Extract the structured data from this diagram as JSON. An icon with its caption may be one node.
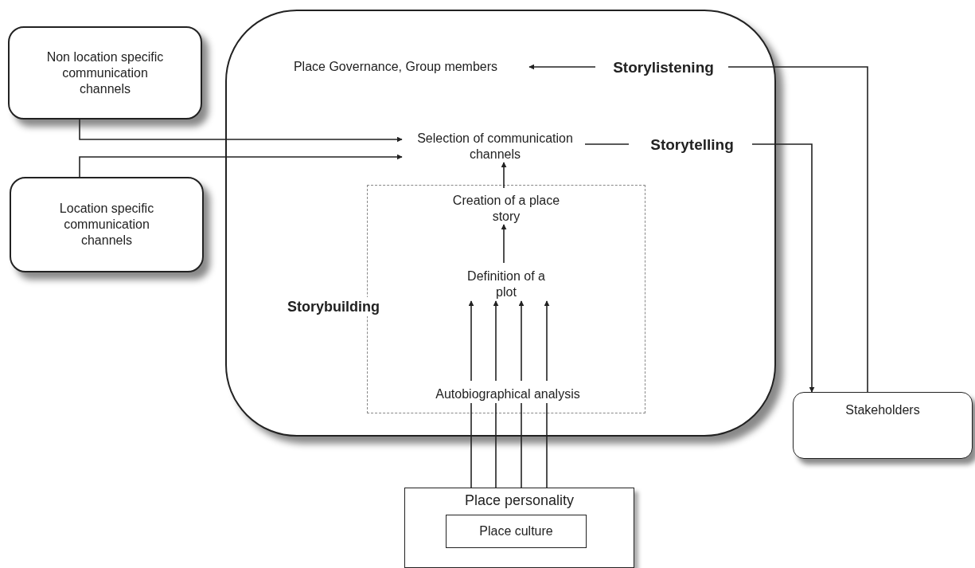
{
  "diagram": {
    "nodes": [
      {
        "text": [],
        "shape": "box"
      },
      {
        "text": [
          "Non location specific communication channels"
        ]
      },
      {
        "text": [
          "Location specific communication channels"
        ]
      },
      {
        "text": [
          "Place Governance, Group members"
        ],
        "in": 0
      },
      {
        "text": [
          "Storylistening"
        ],
        "in": 0
      },
      {
        "text": [
          "Selection of communication channels"
        ],
        "in": 0
      },
      {
        "text": [
          "Storytelling"
        ],
        "in": 0
      },
      {
        "text": [
          "Storybuilding"
        ],
        "in": 0
      },
      {
        "text": [
          "Creation of a place story"
        ],
        "in": 7
      },
      {
        "text": [
          "Definition of a plot"
        ],
        "in": 7
      },
      {
        "text": [
          "Autobiographical analysis"
        ],
        "in": 7
      },
      {
        "text": [
          "Stakeholders"
        ]
      },
      {
        "text": [
          "Place personality"
        ]
      },
      {
        "text": [
          "Place culture"
        ],
        "in": 12
      }
    ],
    "edges": [
      {
        "from": 1,
        "to": 5,
        "arrow": "to"
      },
      {
        "from": 2,
        "to": 5,
        "arrow": "to"
      },
      {
        "from": 4,
        "to": 3,
        "arrow": "to"
      },
      {
        "from": 5,
        "to": 6,
        "arrow": "none"
      },
      {
        "from": 6,
        "to": 11,
        "arrow": "to"
      },
      {
        "from": 11,
        "to": 4,
        "arrow": "none"
      },
      {
        "from": 8,
        "to": 5,
        "arrow": "to"
      },
      {
        "from": 9,
        "to": 8,
        "arrow": "to"
      },
      {
        "from": 10,
        "to": 9,
        "arrow": "to"
      },
      {
        "from": 10,
        "to": 9,
        "arrow": "to"
      },
      {
        "from": 10,
        "to": 9,
        "arrow": "to"
      },
      {
        "from": 10,
        "to": 9,
        "arrow": "to"
      },
      {
        "from": 12,
        "to": 10,
        "arrow": "none"
      },
      {
        "from": 12,
        "to": 10,
        "arrow": "none"
      },
      {
        "from": 12,
        "to": 10,
        "arrow": "none"
      },
      {
        "from": 12,
        "to": 10,
        "arrow": "none"
      }
    ]
  }
}
